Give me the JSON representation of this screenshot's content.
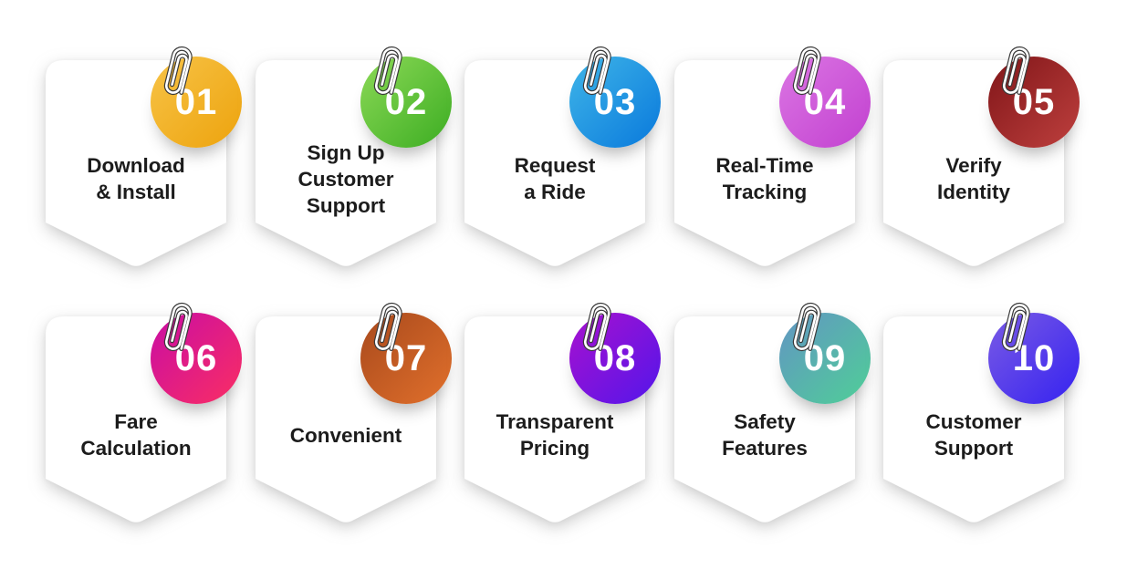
{
  "page": {
    "background_color": "#ffffff",
    "text_color": "#1c1c1c",
    "number_text_color": "#ffffff"
  },
  "decorations": {
    "pin_icon": "paperclip"
  },
  "steps": [
    {
      "number": "01",
      "label": "Download\n& Install",
      "color_from": "#F7C347",
      "color_to": "#EDA30D"
    },
    {
      "number": "02",
      "label": "Sign Up\nCustomer\nSupport",
      "color_from": "#8CD957",
      "color_to": "#3CAD22"
    },
    {
      "number": "03",
      "label": "Request\na Ride",
      "color_from": "#3FB5E8",
      "color_to": "#0979DC"
    },
    {
      "number": "04",
      "label": "Real-Time\nTracking",
      "color_from": "#DB76E3",
      "color_to": "#C240D0"
    },
    {
      "number": "05",
      "label": "Verify\nIdentity",
      "color_from": "#801518",
      "color_to": "#BE403E"
    },
    {
      "number": "06",
      "label": "Fare\nCalculation",
      "color_from": "#C90DA4",
      "color_to": "#FA2E63"
    },
    {
      "number": "07",
      "label": "Convenient",
      "color_from": "#A8491C",
      "color_to": "#E1702C"
    },
    {
      "number": "08",
      "label": "Transparent\nPricing",
      "color_from": "#A811CF",
      "color_to": "#5316EA"
    },
    {
      "number": "09",
      "label": "Safety\nFeatures",
      "color_from": "#6295C3",
      "color_to": "#4FCF97"
    },
    {
      "number": "10",
      "label": "Customer\nSupport",
      "color_from": "#7A5BE5",
      "color_to": "#3522F0"
    }
  ]
}
